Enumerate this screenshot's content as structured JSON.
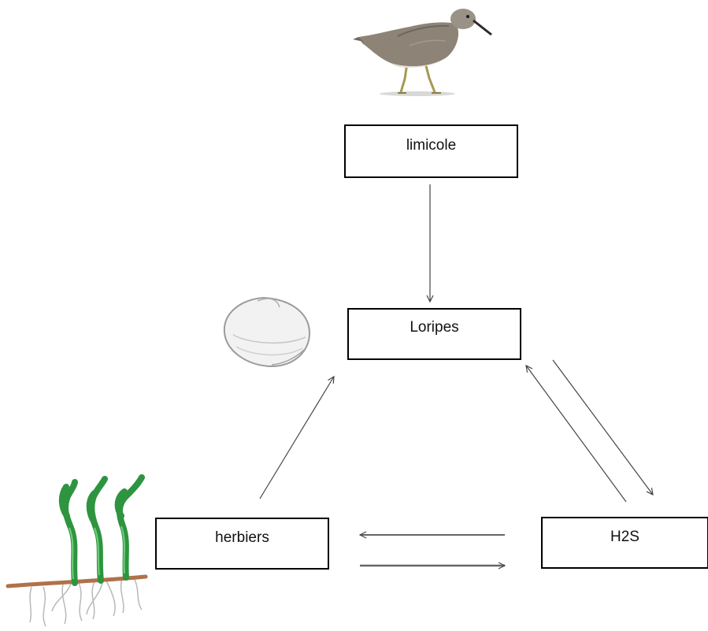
{
  "nodes": {
    "limicole": "limicole",
    "loripes": "Loripes",
    "herbiers": "herbiers",
    "h2s": "H2S"
  },
  "illustrations": [
    "shorebird",
    "clam-shell",
    "seagrass"
  ],
  "edges": [
    {
      "from": "limicole",
      "to": "Loripes"
    },
    {
      "from": "herbiers",
      "to": "Loripes"
    },
    {
      "from": "H2S",
      "to": "Loripes"
    },
    {
      "from": "Loripes",
      "to": "H2S"
    },
    {
      "from": "H2S",
      "to": "herbiers"
    },
    {
      "from": "herbiers",
      "to": "H2S"
    }
  ]
}
